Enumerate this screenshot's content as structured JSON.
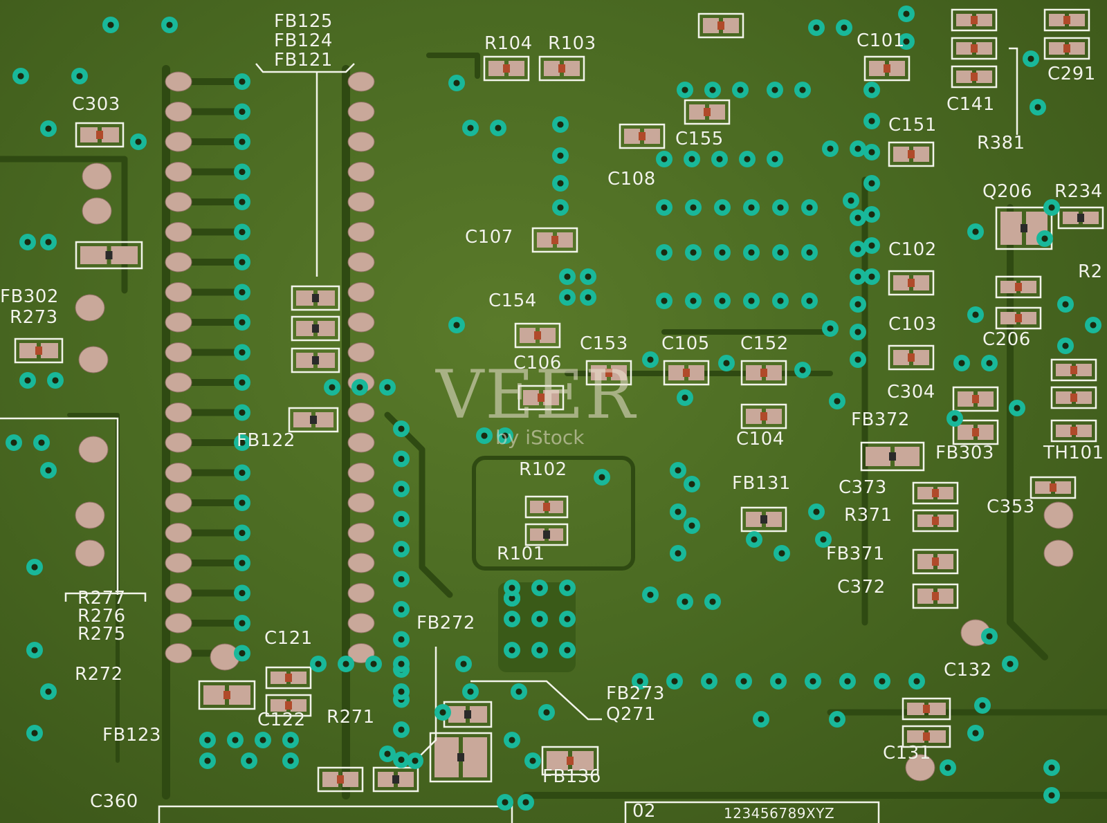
{
  "colors": {
    "board": "#4f6e24",
    "trace": "#2f4a12",
    "via_ring": "#19b89a",
    "via_hole": "#1a2a10",
    "pad": "#c9a89a",
    "silkscreen": "#f2f4ea",
    "component_body": "#2a2a2a"
  },
  "watermark": {
    "main": "VEER",
    "sub": "by iStock"
  },
  "silkscreen_labels": [
    {
      "id": "fb125",
      "text": "FB125"
    },
    {
      "id": "fb124",
      "text": "FB124"
    },
    {
      "id": "fb121",
      "text": "FB121"
    },
    {
      "id": "r104",
      "text": "R104"
    },
    {
      "id": "r103",
      "text": "R103"
    },
    {
      "id": "c101",
      "text": "C101"
    },
    {
      "id": "c291",
      "text": "C291"
    },
    {
      "id": "c141",
      "text": "C141"
    },
    {
      "id": "r381",
      "text": "R381"
    },
    {
      "id": "c303",
      "text": "C303"
    },
    {
      "id": "c155",
      "text": "C155"
    },
    {
      "id": "c151",
      "text": "C151"
    },
    {
      "id": "c108",
      "text": "C108"
    },
    {
      "id": "q206",
      "text": "Q206"
    },
    {
      "id": "r234",
      "text": "R234"
    },
    {
      "id": "c107",
      "text": "C107"
    },
    {
      "id": "c102",
      "text": "C102"
    },
    {
      "id": "r2",
      "text": "R2"
    },
    {
      "id": "fb302",
      "text": "FB302"
    },
    {
      "id": "r273",
      "text": "R273"
    },
    {
      "id": "c154",
      "text": "C154"
    },
    {
      "id": "c103",
      "text": "C103"
    },
    {
      "id": "c206",
      "text": "C206"
    },
    {
      "id": "c153",
      "text": "C153"
    },
    {
      "id": "c105",
      "text": "C105"
    },
    {
      "id": "c152",
      "text": "C152"
    },
    {
      "id": "c106",
      "text": "C106"
    },
    {
      "id": "c304",
      "text": "C304"
    },
    {
      "id": "fb372",
      "text": "FB372"
    },
    {
      "id": "fb122",
      "text": "FB122"
    },
    {
      "id": "c104",
      "text": "C104"
    },
    {
      "id": "fb303",
      "text": "FB303"
    },
    {
      "id": "th101",
      "text": "TH101"
    },
    {
      "id": "r102",
      "text": "R102"
    },
    {
      "id": "fb131",
      "text": "FB131"
    },
    {
      "id": "c373",
      "text": "C373"
    },
    {
      "id": "c353",
      "text": "C353"
    },
    {
      "id": "r371",
      "text": "R371"
    },
    {
      "id": "r101",
      "text": "R101"
    },
    {
      "id": "fb371",
      "text": "FB371"
    },
    {
      "id": "c372",
      "text": "C372"
    },
    {
      "id": "r277",
      "text": "R277"
    },
    {
      "id": "r276",
      "text": "R276"
    },
    {
      "id": "r275",
      "text": "R275"
    },
    {
      "id": "fb272",
      "text": "FB272"
    },
    {
      "id": "c121",
      "text": "C121"
    },
    {
      "id": "r272",
      "text": "R272"
    },
    {
      "id": "c132",
      "text": "C132"
    },
    {
      "id": "fb273",
      "text": "FB273"
    },
    {
      "id": "q271",
      "text": "Q271"
    },
    {
      "id": "r271",
      "text": "R271"
    },
    {
      "id": "c122",
      "text": "C122"
    },
    {
      "id": "fb123",
      "text": "FB123"
    },
    {
      "id": "c131",
      "text": "C131"
    },
    {
      "id": "fb136",
      "text": "FB136"
    },
    {
      "id": "c360",
      "text": "C360"
    },
    {
      "id": "code02",
      "text": "02"
    },
    {
      "id": "serial",
      "text": "123456789XYZ"
    }
  ]
}
